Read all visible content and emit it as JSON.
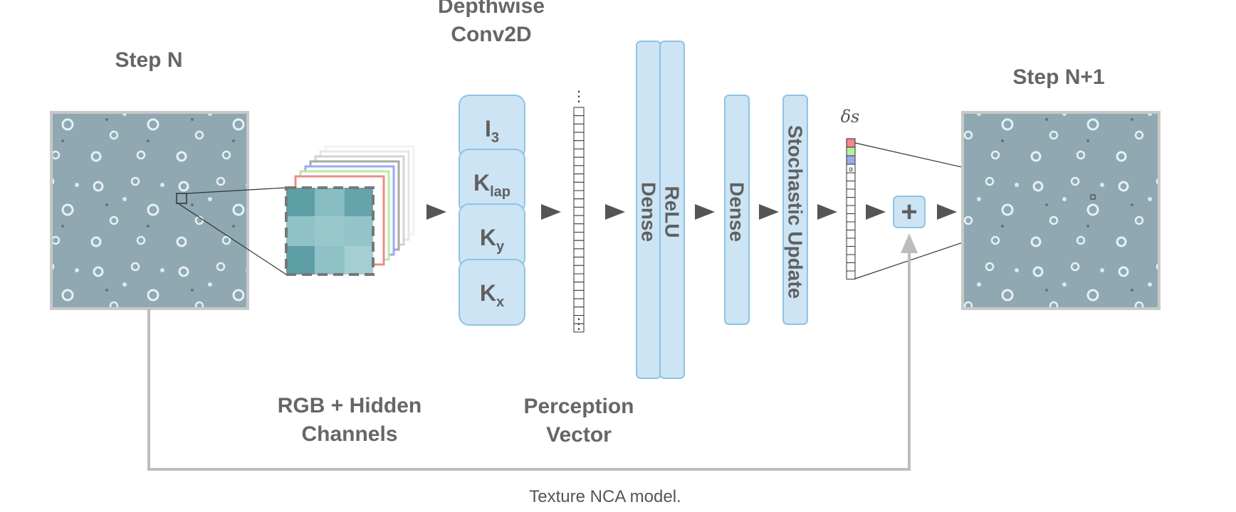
{
  "labels": {
    "step_n": "Step N",
    "step_n1": "Step N+1",
    "depthwise_line1": "Depthwise",
    "depthwise_line2": "Conv2D",
    "rgb_line1": "RGB + Hidden",
    "rgb_line2": "Channels",
    "perception_line1": "Perception",
    "perception_line2": "Vector",
    "delta_s": "δs",
    "alpha": "α"
  },
  "kernels": [
    {
      "base": "I",
      "sub": "3"
    },
    {
      "base": "K",
      "sub": "lap"
    },
    {
      "base": "K",
      "sub": "y"
    },
    {
      "base": "K",
      "sub": "x"
    }
  ],
  "layers": {
    "dense1": "Dense",
    "relu": "ReLU",
    "dense2": "Dense",
    "stochastic": "Stochastic Update",
    "plus": "+"
  },
  "caption": "Texture NCA model.",
  "colors": {
    "block_fill": "#cce4f4",
    "block_stroke": "#8cc4e6",
    "texture": "#8fa8b1",
    "connector": "#bdbdbd",
    "arrow": "#555555",
    "delta_red": "#f08a8a",
    "delta_green": "#b4f0a0",
    "delta_blue": "#9aaaf0"
  }
}
